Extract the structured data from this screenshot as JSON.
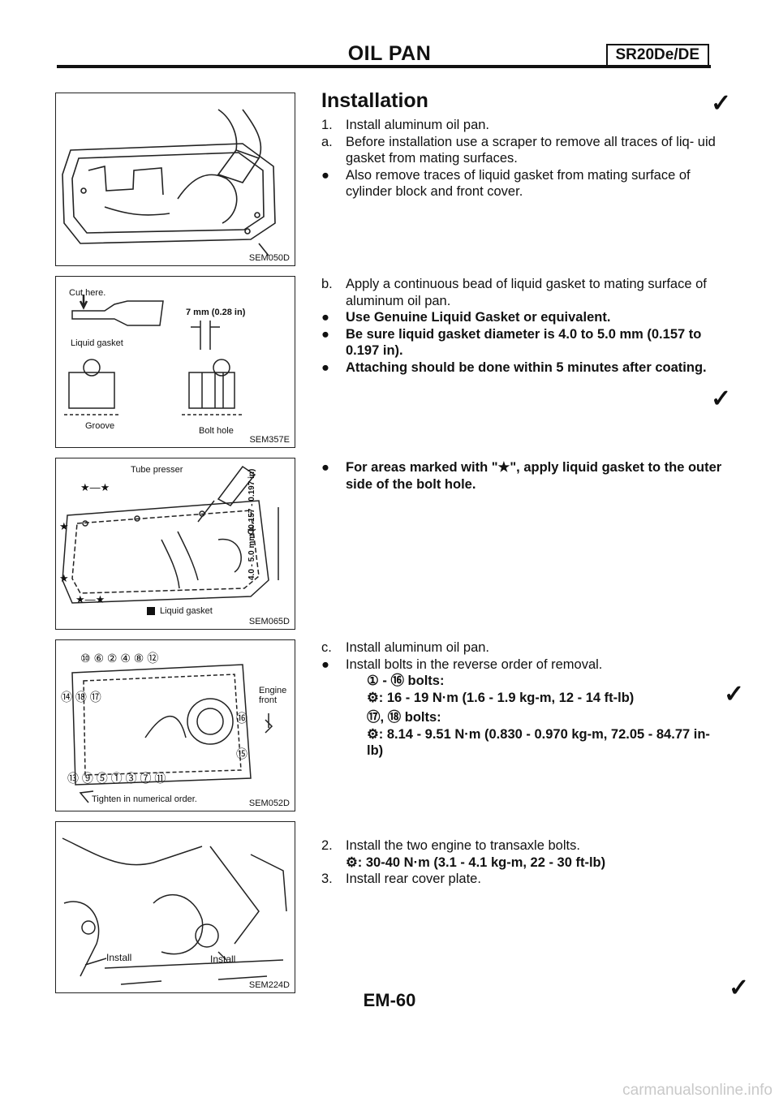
{
  "header": {
    "title": "OIL PAN",
    "model_tag": "SR20De/DE"
  },
  "section_title": "Installation",
  "figures": {
    "fig1": {
      "code": "SEM050D"
    },
    "fig2": {
      "code": "SEM357E",
      "cut_here": "Cut here.",
      "dimension": "7 mm (0.28 in)",
      "liquid_gasket": "Liquid gasket",
      "groove": "Groove",
      "bolt_hole": "Bolt hole"
    },
    "fig3": {
      "code": "SEM065D",
      "tube_presser": "Tube presser",
      "dimension": "4.0 - 5.0 mm (0.157 - 0.197 in)",
      "liquid_gasket": "Liquid gasket"
    },
    "fig4": {
      "code": "SEM052D",
      "engine_front": "Engine front",
      "tighten": "Tighten in numerical order."
    },
    "fig5": {
      "code": "SEM224D",
      "install_left": "Install",
      "install_right": "Install"
    }
  },
  "steps": {
    "s1": {
      "num": "1.",
      "text": "Install aluminum oil pan."
    },
    "sa": {
      "num": "a.",
      "text": "Before installation use a scraper to remove all traces of liq- uid gasket from mating surfaces."
    },
    "sa_b1": {
      "text": "Also remove traces of liquid gasket from mating surface of cylinder block and front cover."
    },
    "sb": {
      "num": "b.",
      "text": "Apply a continuous bead of liquid gasket to mating surface of aluminum oil pan."
    },
    "sb_b1": {
      "text": "Use Genuine Liquid Gasket or equivalent."
    },
    "sb_b2": {
      "text": "Be sure liquid gasket diameter is 4.0 to 5.0 mm (0.157 to 0.197 in)."
    },
    "sb_b3": {
      "text": "Attaching should be done within 5 minutes after coating."
    },
    "sb_b4": {
      "text": "For areas marked with \"★\", apply liquid gasket to the outer side of the bolt hole."
    },
    "sc": {
      "num": "c.",
      "text": "Install aluminum oil pan."
    },
    "sc_b1": {
      "text": "Install bolts in the reverse order of removal."
    },
    "sc_bolts1": {
      "label": "① - ⑯ bolts:",
      "torque": "16 - 19 N·m (1.6 - 1.9 kg-m, 12 - 14 ft-lb)"
    },
    "sc_bolts2": {
      "label": "⑰, ⑱ bolts:",
      "torque": "8.14 - 9.51 N·m (0.830 - 0.970 kg-m, 72.05 - 84.77 in-lb)"
    },
    "s2": {
      "num": "2.",
      "text": "Install the two engine to transaxle bolts.",
      "torque": "30-40 N·m (3.1 - 4.1 kg-m, 22 - 30 ft-lb)"
    },
    "s3": {
      "num": "3.",
      "text": "Install rear cover plate."
    }
  },
  "page_number": "EM-60",
  "watermark": "carmanualsonline.info"
}
